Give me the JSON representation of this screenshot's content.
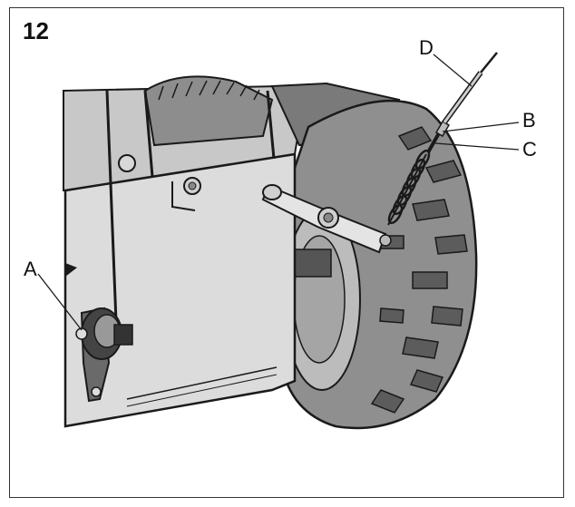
{
  "figure": {
    "number": "12",
    "callouts": {
      "a": "A",
      "b": "B",
      "c": "C",
      "d": "D"
    }
  },
  "colors": {
    "outline": "#1a1a1a",
    "panel_fill": "#dcdcdc",
    "tire_fill": "#9a9a9a",
    "dark_fill": "#555555",
    "engine_fill": "#bdbdbd"
  }
}
